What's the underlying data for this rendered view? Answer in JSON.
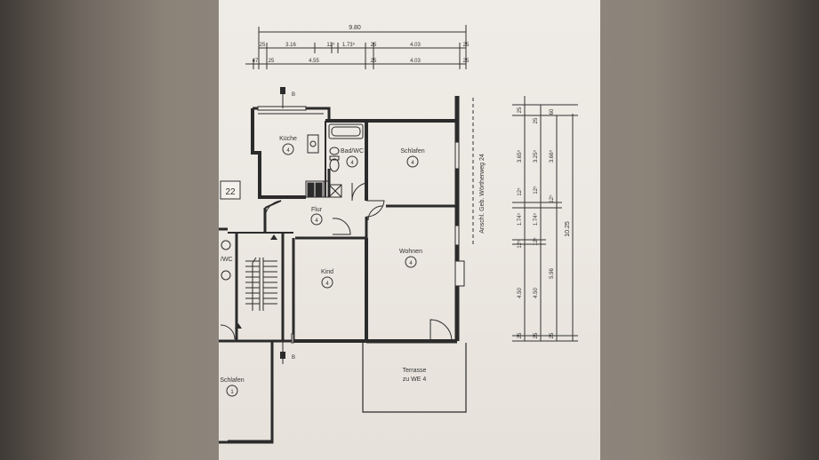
{
  "dimensions": {
    "top_total": "9.80",
    "row1": [
      "25",
      "3.16",
      "12⁵",
      "1.73⁵",
      "25",
      "4.03",
      "25"
    ],
    "row2": [
      "47",
      "25",
      "4.55",
      "25",
      "4.03",
      "25"
    ],
    "right_col1": [
      "25",
      "3.65⁵",
      "12⁵",
      "1.74⁵",
      "12⁵",
      "4.50",
      "25"
    ],
    "right_col2": [
      "25",
      "3.25⁵",
      "12⁵",
      "1.74⁵",
      "12⁵",
      "4.50",
      "25"
    ],
    "right_col3": [
      "60",
      "3.66⁵",
      "12⁵",
      "5.96",
      "25"
    ],
    "right_total": "10.25"
  },
  "rooms": {
    "kueche": {
      "label": "Küche",
      "num": "4"
    },
    "bad": {
      "label": "Bad/WC",
      "num": "4"
    },
    "schlafen": {
      "label": "Schlafen",
      "num": "4"
    },
    "flur": {
      "label": "Flur",
      "num": "4"
    },
    "kind": {
      "label": "Kind",
      "num": "4"
    },
    "wohnen": {
      "label": "Wohnen",
      "num": "4"
    },
    "terrasse": {
      "line1": "Terrasse",
      "line2": "zu WE 4"
    },
    "schlafen_neighbor": {
      "label": "Schlafen",
      "num": "1"
    },
    "wc_neighbor": {
      "label": "/WC"
    }
  },
  "unit_number": "22",
  "side_note": "Anschl. Geb. Wörtherweg 24",
  "marker_label": "B"
}
